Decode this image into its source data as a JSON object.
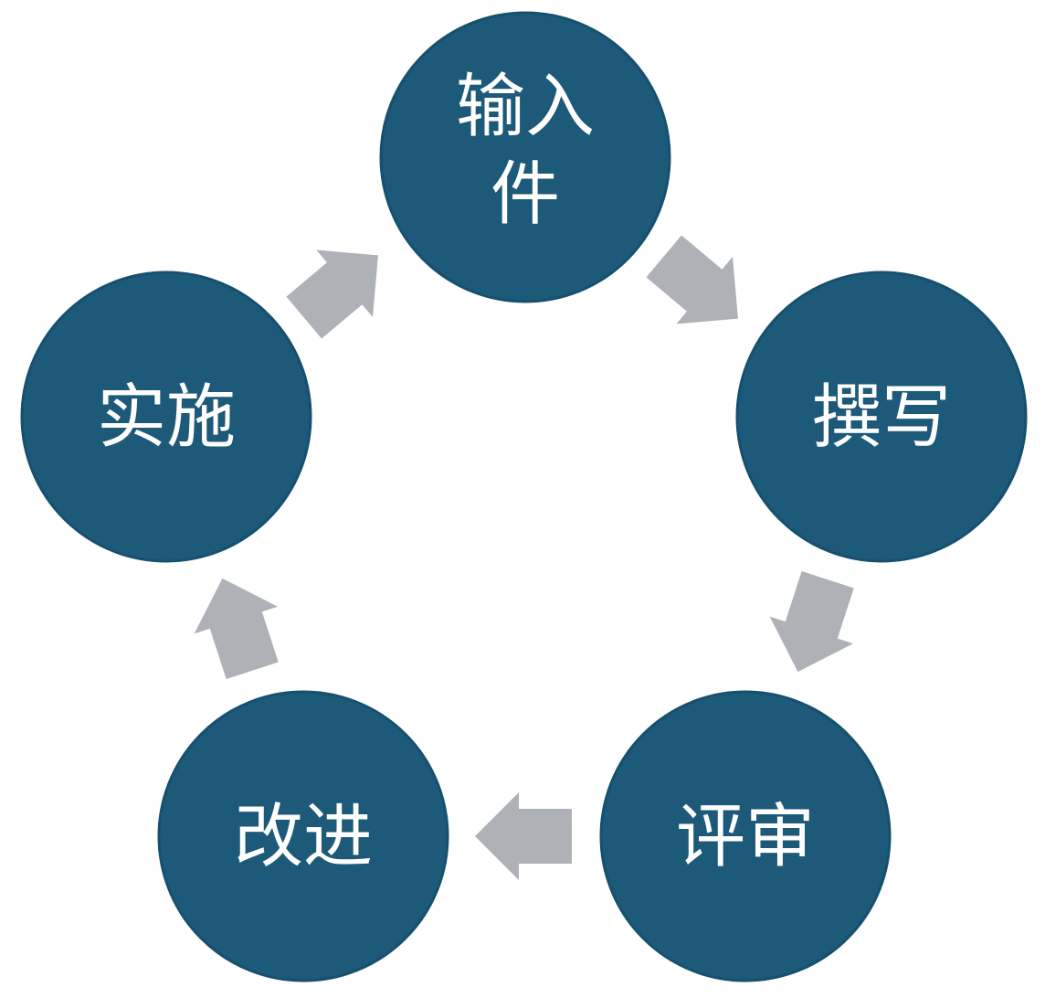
{
  "diagram": {
    "type": "cycle",
    "colors": {
      "node": "#1d5978",
      "arrow": "#aeb1b6",
      "text": "#ffffff",
      "background": "#ffffff"
    },
    "nodes": [
      {
        "id": "input",
        "label_lines": [
          "输入",
          "件"
        ]
      },
      {
        "id": "write",
        "label_lines": [
          "撰写"
        ]
      },
      {
        "id": "review",
        "label_lines": [
          "评审"
        ]
      },
      {
        "id": "improve",
        "label_lines": [
          "改进"
        ]
      },
      {
        "id": "implement",
        "label_lines": [
          "实施"
        ]
      }
    ],
    "edges": [
      {
        "from": "input",
        "to": "write"
      },
      {
        "from": "write",
        "to": "review"
      },
      {
        "from": "review",
        "to": "improve"
      },
      {
        "from": "improve",
        "to": "implement"
      },
      {
        "from": "implement",
        "to": "input"
      }
    ]
  }
}
